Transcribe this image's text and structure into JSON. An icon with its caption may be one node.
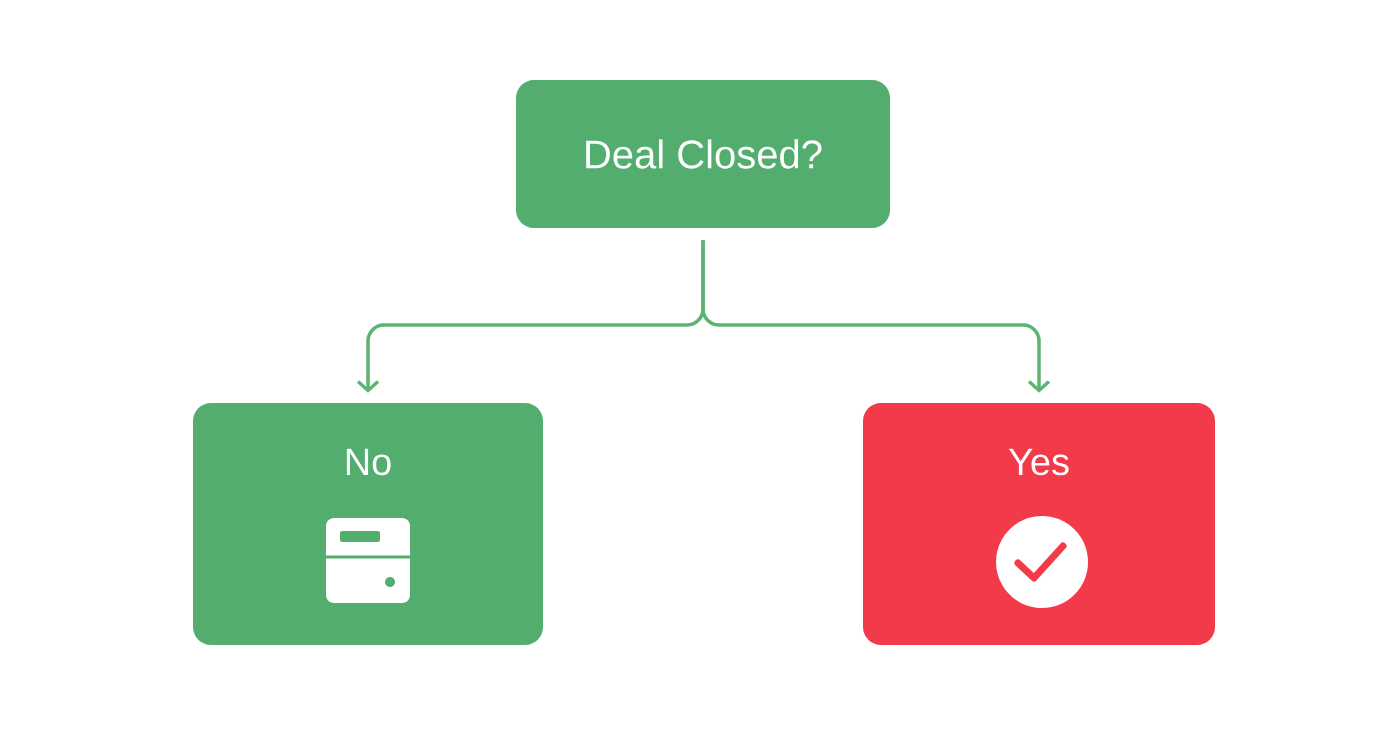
{
  "diagram": {
    "nodes": [
      {
        "text": [
          "Deal Closed?"
        ]
      },
      {
        "text": [
          "No"
        ]
      },
      {
        "text": [
          "Yes"
        ]
      }
    ],
    "edges": [
      {
        "from": 0,
        "to": 1,
        "arrow": "to"
      },
      {
        "from": 0,
        "to": 2,
        "arrow": "to"
      }
    ]
  }
}
